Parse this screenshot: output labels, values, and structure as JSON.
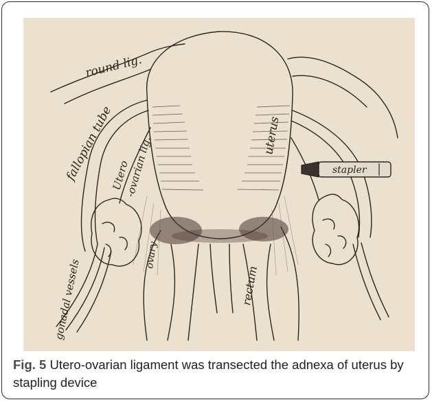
{
  "figure": {
    "labels": {
      "round_lig": "round lig.",
      "fallopian_tube": "fallopian tube",
      "utero_ovarian_lig_line1": "Utero",
      "utero_ovarian_lig_line2": "-ovarian lig.",
      "uterus": "uterus",
      "stapler": "stapler",
      "ovary": "ovary",
      "gonadal_vessels": "gonadal vessels",
      "rectum": "rectum"
    },
    "colors": {
      "paper": "#ebe1ce",
      "ink": "#2a2420",
      "hatch": "#3b2a28"
    }
  },
  "caption": {
    "label": "Fig. 5",
    "text": " Utero-ovarian ligament was transected the adnexa of uterus by stapling device"
  }
}
